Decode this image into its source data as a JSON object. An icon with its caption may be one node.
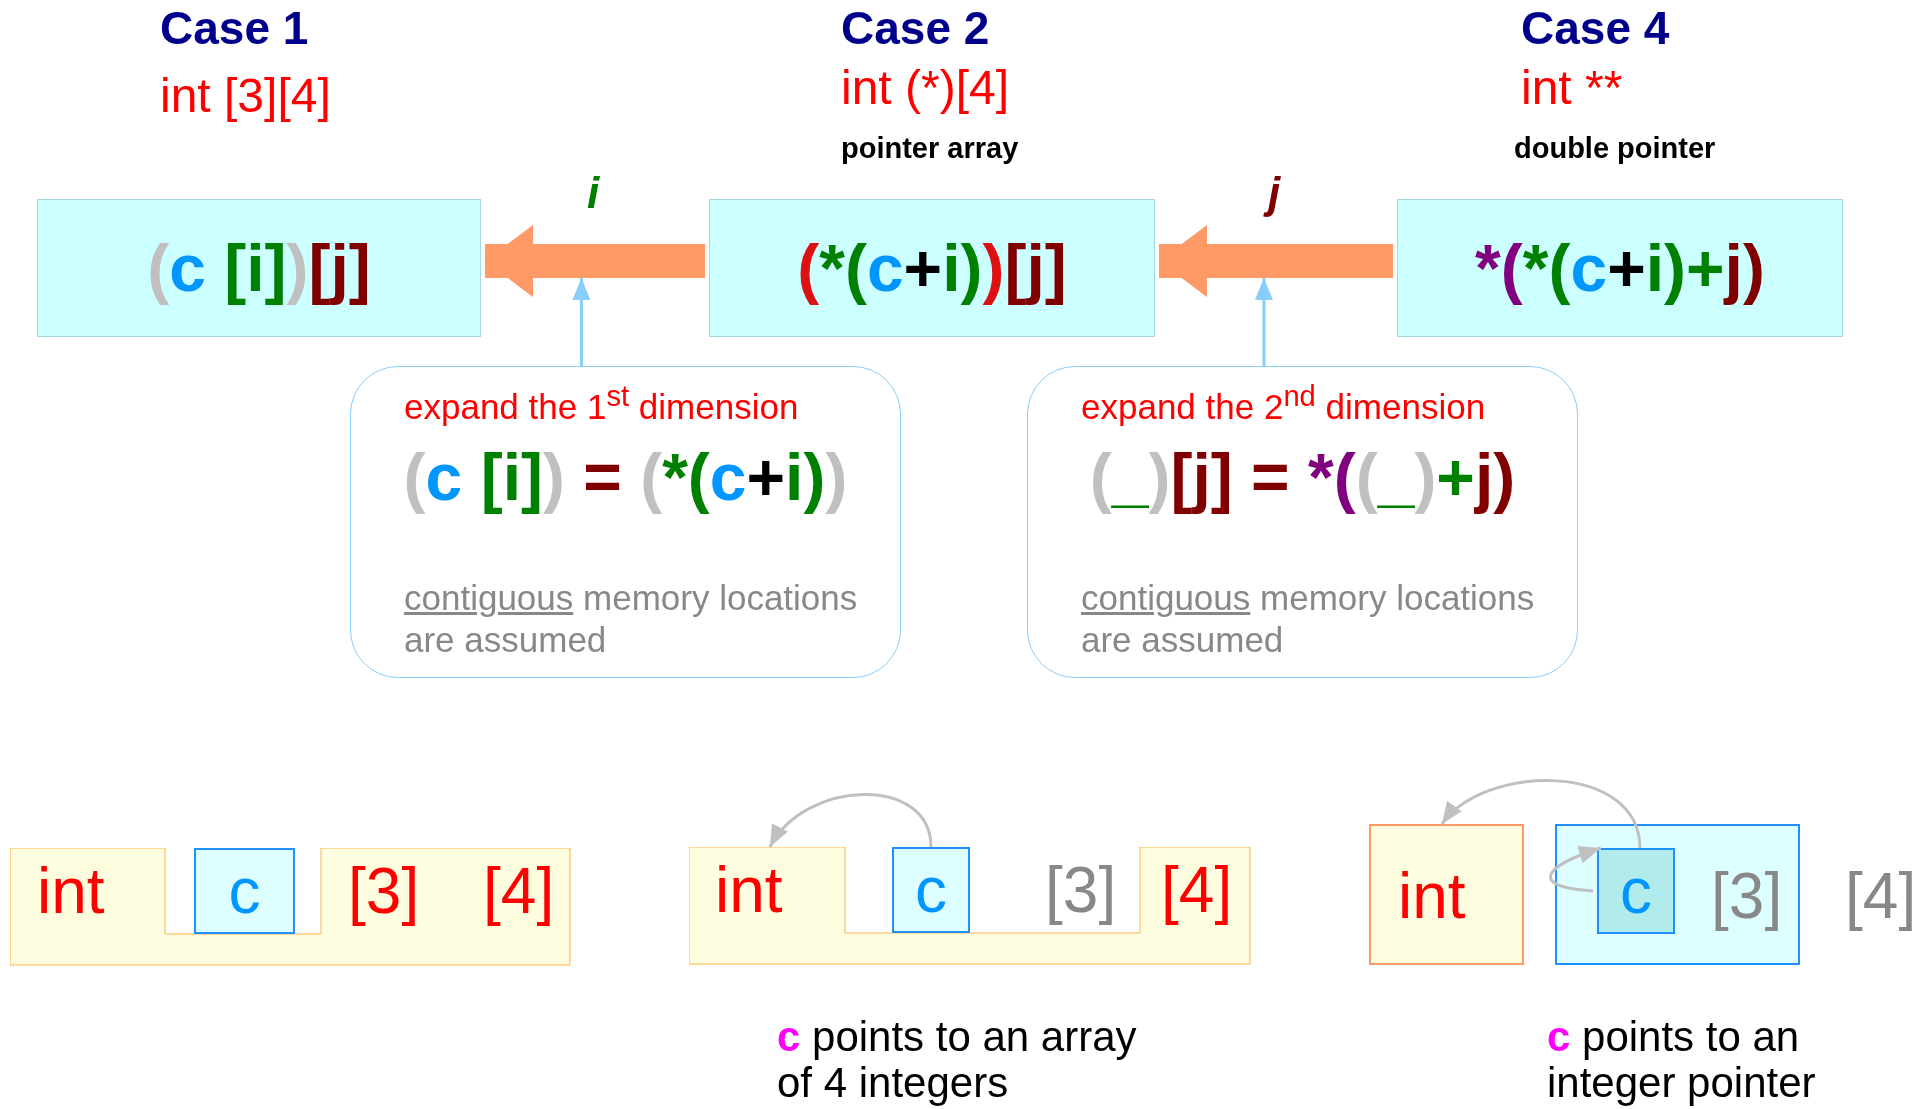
{
  "diagram": {
    "nodes": [
      {
        "text": [
          "(c [i])[j]"
        ]
      },
      {
        "text": [
          "(*(c+i))[j]"
        ]
      },
      {
        "text": [
          "*(*(c+i)+j)"
        ]
      },
      {
        "text": [
          "expand the 1$^{st}$ dimension",
          "(c [i]) = (*(c+i))",
          "contiguous memory locations are assumed"
        ]
      },
      {
        "text": [
          "expand the 2$^{nd}$ dimension",
          "(_)[j] = *((_)+j)",
          "contiguous memory locations are assumed"
        ]
      },
      {
        "text": [
          "int",
          "[3]",
          "[4]"
        ]
      },
      {
        "text": [
          "c"
        ],
        "in": 5
      },
      {
        "text": [
          "int",
          "[3]",
          "[4]"
        ]
      },
      {
        "text": [
          "c"
        ],
        "in": 7
      },
      {
        "text": [
          "int"
        ]
      },
      {
        "text": [
          "[3]"
        ],
        "beside": [
          "[4]"
        ]
      },
      {
        "text": [
          "c"
        ],
        "in": 10
      }
    ],
    "edges": [
      {
        "from": 1,
        "to": 0,
        "arrow": "to",
        "label": "i",
        "style": "thick",
        "color": "#ff9966"
      },
      {
        "from": 2,
        "to": 1,
        "arrow": "to",
        "label": "j",
        "style": "thick",
        "color": "#ff9966"
      },
      {
        "from": 3,
        "to": null,
        "arrow": "to",
        "color": "#87cefa"
      },
      {
        "from": 4,
        "to": null,
        "arrow": "to",
        "color": "#87cefa"
      },
      {
        "from": 8,
        "to": 7,
        "arrow": "to",
        "color": "#c0c0c0"
      },
      {
        "from": 11,
        "to": 9,
        "arrow": "to",
        "color": "#c0c0c0"
      },
      {
        "from": 11,
        "to": 11,
        "arrow": "to",
        "color": "#c0c0c0"
      }
    ],
    "labels": [
      "Case 1",
      "int [3][4]",
      "Case 2",
      "int (*)[4]",
      "pointer array",
      "Case 4",
      "int **",
      "double pointer",
      "**c** points to an array of 4 integers",
      "**c** points to an integer pointer"
    ]
  }
}
